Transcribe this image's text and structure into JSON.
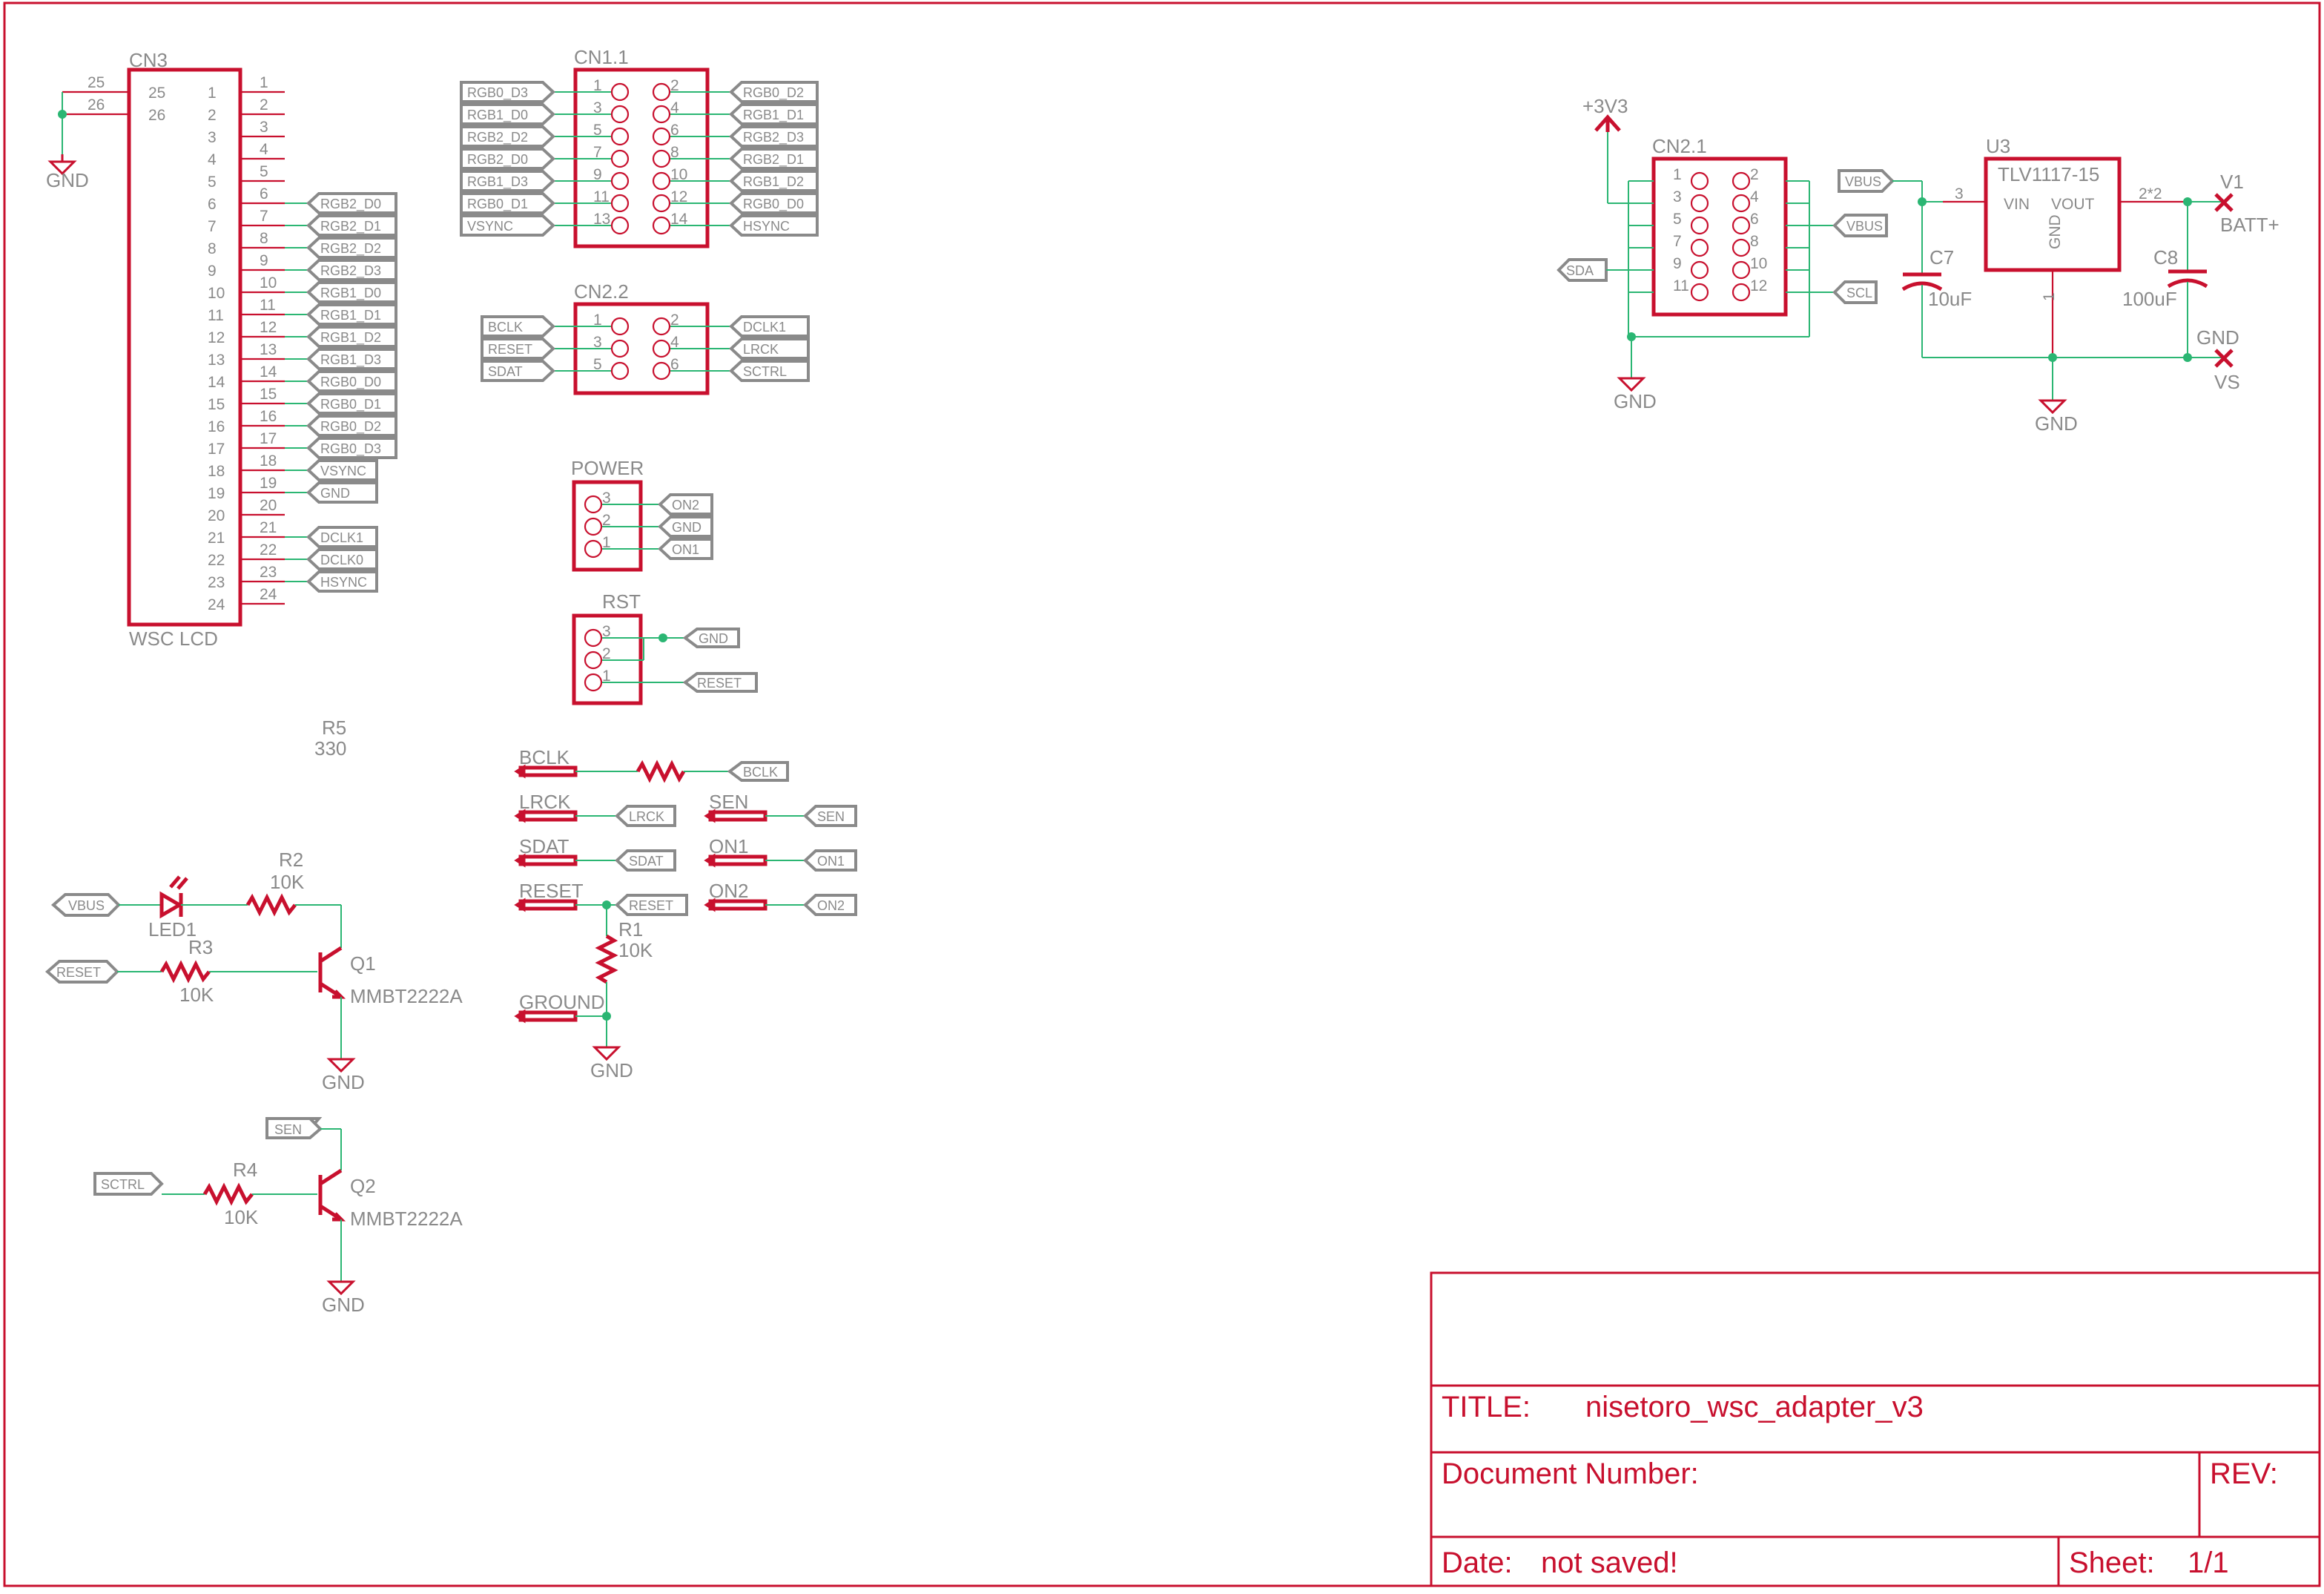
{
  "title_block": {
    "title_label": "TITLE:",
    "title_value": "nisetoro_wsc_adapter_v3",
    "docnum_label": "Document Number:",
    "rev_label": "REV:",
    "date_label": "Date:",
    "date_value": "not saved!",
    "sheet_label": "Sheet:",
    "sheet_value": "1/1"
  },
  "colors": {
    "part": "#c8102e",
    "wire": "#2bb673",
    "label": "#8a8a8a"
  },
  "cn3": {
    "ref": "CN3",
    "value": "WSC LCD",
    "pin_25": "25",
    "pin_26": "26",
    "gnd": "GND",
    "pins": [
      "1",
      "2",
      "3",
      "4",
      "5",
      "6",
      "7",
      "8",
      "9",
      "10",
      "11",
      "12",
      "13",
      "14",
      "15",
      "16",
      "17",
      "18",
      "19",
      "20",
      "21",
      "22",
      "23",
      "24"
    ],
    "signals": [
      "",
      "",
      "",
      "",
      "",
      "RGB2_D0",
      "RGB2_D1",
      "RGB2_D2",
      "RGB2_D3",
      "RGB1_D0",
      "RGB1_D1",
      "RGB1_D2",
      "RGB1_D3",
      "RGB0_D0",
      "RGB0_D1",
      "RGB0_D2",
      "RGB0_D3",
      "VSYNC",
      "GND",
      "",
      "DCLK1",
      "DCLK0",
      "HSYNC",
      ""
    ]
  },
  "cn1": {
    "ref": "CN1.1",
    "left_pins": [
      "1",
      "3",
      "5",
      "7",
      "9",
      "11",
      "13"
    ],
    "right_pins": [
      "2",
      "4",
      "6",
      "8",
      "10",
      "12",
      "14"
    ],
    "left_signals": [
      "RGB0_D3",
      "RGB1_D0",
      "RGB2_D2",
      "RGB2_D0",
      "RGB1_D3",
      "RGB0_D1",
      "VSYNC"
    ],
    "right_signals": [
      "RGB0_D2",
      "RGB1_D1",
      "RGB2_D3",
      "RGB2_D1",
      "RGB1_D2",
      "RGB0_D0",
      "HSYNC"
    ]
  },
  "cn22": {
    "ref": "CN2.2",
    "left_pins": [
      "1",
      "3",
      "5"
    ],
    "right_pins": [
      "2",
      "4",
      "6"
    ],
    "left_signals": [
      "BCLK",
      "RESET",
      "SDAT"
    ],
    "right_signals": [
      "DCLK1",
      "LRCK",
      "SCTRL"
    ]
  },
  "power": {
    "ref": "POWER",
    "pins": [
      "3",
      "2",
      "1"
    ],
    "signals": [
      "ON2",
      "GND",
      "ON1"
    ]
  },
  "rst": {
    "ref": "RST",
    "pins": [
      "3",
      "2",
      "1"
    ],
    "gnd": "GND",
    "reset": "RESET"
  },
  "testpads": {
    "r5_ref": "R5",
    "r5_val": "330",
    "bclk": "BCLK",
    "lrck": "LRCK",
    "sdat": "SDAT",
    "reset": "RESET",
    "ground": "GROUND",
    "sen": "SEN",
    "on1": "ON1",
    "on2": "ON2",
    "r1_ref": "R1",
    "r1_val": "10K",
    "gnd": "GND"
  },
  "led_circuit": {
    "vbus": "VBUS",
    "led_ref": "LED1",
    "r2_ref": "R2",
    "r2_val": "10K",
    "reset": "RESET",
    "r3_ref": "R3",
    "r3_val": "10K",
    "q1_ref": "Q1",
    "q1_val": "MMBT2222A",
    "gnd": "GND"
  },
  "sctrl_circuit": {
    "sen": "SEN",
    "sctrl": "SCTRL",
    "r4_ref": "R4",
    "r4_val": "10K",
    "q2_ref": "Q2",
    "q2_val": "MMBT2222A",
    "gnd": "GND"
  },
  "cn21": {
    "ref": "CN2.1",
    "left_pins": [
      "1",
      "3",
      "5",
      "7",
      "9",
      "11"
    ],
    "right_pins": [
      "2",
      "4",
      "6",
      "8",
      "10",
      "12"
    ],
    "supply": "+3V3",
    "sda": "SDA",
    "vbus": "VBUS",
    "scl": "SCL",
    "gnd": "GND"
  },
  "regulator": {
    "ref": "U3",
    "value": "TLV1117-15",
    "vin": "VIN",
    "vout": "VOUT",
    "gnd_pin": "GND",
    "pin_in": "3",
    "pin_out": "2*2",
    "pin_gnd": "1",
    "vbus": "VBUS",
    "c7_ref": "C7",
    "c7_val": "10uF",
    "c8_ref": "C8",
    "c8_val": "100uF",
    "v1_ref": "V1",
    "v1_val": "BATT+",
    "gnd_top": "GND",
    "vs": "VS",
    "gnd": "GND"
  }
}
